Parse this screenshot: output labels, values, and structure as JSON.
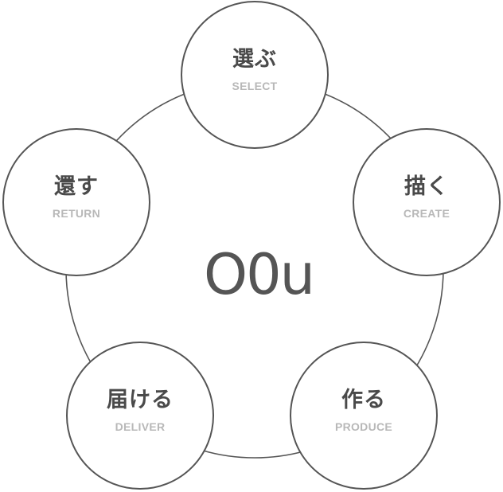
{
  "center": {
    "logo_text": "O0u"
  },
  "nodes": [
    {
      "id": "select",
      "jp": "選ぶ",
      "en": "SELECT"
    },
    {
      "id": "create",
      "jp": "描く",
      "en": "CREATE"
    },
    {
      "id": "produce",
      "jp": "作る",
      "en": "PRODUCE"
    },
    {
      "id": "deliver",
      "jp": "届ける",
      "en": "DELIVER"
    },
    {
      "id": "return",
      "jp": "還す",
      "en": "RETURN"
    }
  ],
  "colors": {
    "stroke": "#555555",
    "jp_text": "#4a4a4a",
    "en_text": "#b8b8b8",
    "background": "#ffffff"
  }
}
